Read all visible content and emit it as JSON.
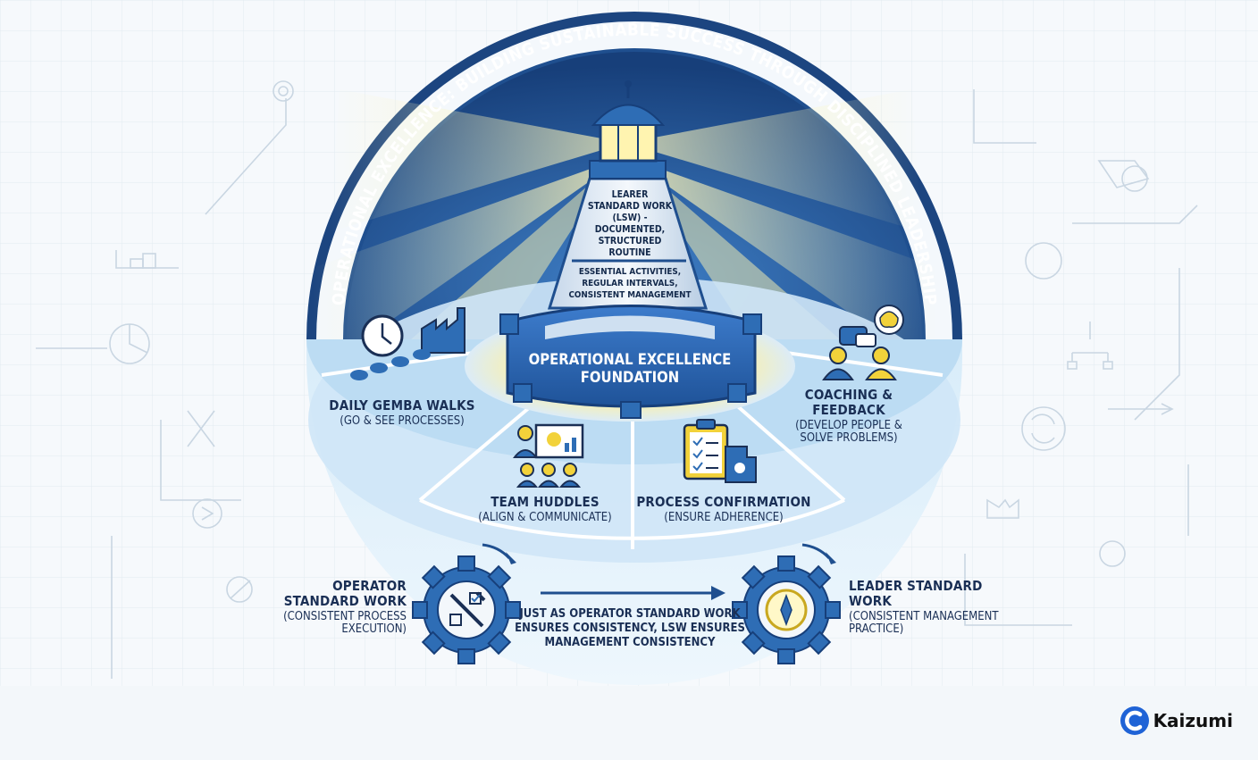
{
  "title": "OPERATIONAL EXCELLENCE: BUILDING SUSTAINABLE SUCCESS THROUGH DISCIPLINED LEADERSHIP",
  "tower": {
    "upper_lines": [
      "LEARER",
      "STANDARD WORK",
      "(LSW) -",
      "DOCUMENTED,",
      "STRUCTURED",
      "ROUTINE"
    ],
    "lower_lines": [
      "ESSENTIAL ACTIVITIES,",
      "REGULAR INTERVALS,",
      "CONSISTENT MANAGEMENT"
    ],
    "base_lines": [
      "OPERATIONAL EXCELLENCE",
      "FOUNDATION"
    ]
  },
  "segments": {
    "gemba": {
      "title": "DAILY GEMBA WALKS",
      "subtitle": "(GO & SEE PROCESSES)"
    },
    "huddles": {
      "title": "TEAM HUDDLES",
      "subtitle": "(ALIGN & COMMUNICATE)"
    },
    "confirmation": {
      "title": "PROCESS CONFIRMATION",
      "subtitle": "(ENSURE ADHERENCE)"
    },
    "coaching": {
      "title_lines": [
        "COACHING &",
        "FEEDBACK"
      ],
      "subtitle_lines": [
        "(DEVELOP PEOPLE &",
        "SOLVE PROBLEMS)"
      ]
    }
  },
  "bottom": {
    "operator": {
      "title_lines": [
        "OPERATOR",
        "STANDARD WORK"
      ],
      "subtitle_lines": [
        "(CONSISTENT PROCESS",
        "EXECUTION)"
      ]
    },
    "leader": {
      "title_lines": [
        "LEADER STANDARD",
        "WORK"
      ],
      "subtitle_lines": [
        "(CONSISTENT MANAGEMENT",
        "PRACTICE)"
      ]
    },
    "middle_lines": [
      "JUST AS OPERATOR STANDARD WORK",
      "ENSURES CONSISTENCY, LSW ENSURES",
      "MANAGEMENT CONSISTENCY"
    ]
  },
  "brand": {
    "name": "Kaizumi"
  },
  "colors": {
    "navy": "#1f4f8f",
    "blue": "#2e6db5",
    "light_blue": "#cfe6f7",
    "yellow": "#f2d23a",
    "text": "#1a2f55"
  }
}
